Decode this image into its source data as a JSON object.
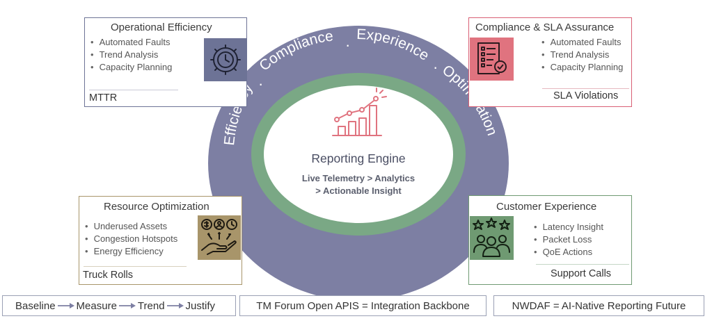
{
  "center": {
    "ring_words": [
      "Efficiency",
      "Compliance",
      "Experience",
      "Optimization"
    ],
    "title": "Reporting Engine",
    "line1": "Live Telemetry > Analytics",
    "line2": "> Actionable Insight",
    "icon": "growth-chart-icon"
  },
  "boxes": {
    "operational": {
      "title": "Operational Efficiency",
      "bullets": [
        "Automated Faults",
        "Trend Analysis",
        "Capacity Planning"
      ],
      "metric": "MTTR",
      "icon": "gear-clock-icon",
      "color": "#6d7396"
    },
    "compliance": {
      "title": "Compliance & SLA Assurance",
      "bullets": [
        "Automated Faults",
        "Trend Analysis",
        "Capacity Planning"
      ],
      "metric": "SLA Violations",
      "icon": "certificate-document-icon",
      "color": "#d95f74"
    },
    "resource": {
      "title": "Resource Optimization",
      "bullets": [
        "Underused Assets",
        "Congestion Hotspots",
        "Energy Efficiency"
      ],
      "metric": "Truck Rolls",
      "icon": "hand-resources-icon",
      "color": "#a8956a"
    },
    "customer": {
      "title": "Customer Experience",
      "bullets": [
        "Latency Insight",
        "Packet Loss",
        "QoE Actions"
      ],
      "metric": "Support Calls",
      "icon": "customer-rating-icon",
      "color": "#6f9a72"
    }
  },
  "footer": {
    "flow": [
      "Baseline",
      "Measure",
      "Trend",
      "Justify"
    ],
    "integration": "TM Forum Open APIS = Integration Backbone",
    "future": "NWDAF = AI-Native Reporting Future"
  },
  "colors": {
    "outer_ring": "#7d7fa3",
    "inner_ring": "#7aa885",
    "accent_pink": "#e0737f",
    "flow_arrow": "#7d7fa3"
  }
}
